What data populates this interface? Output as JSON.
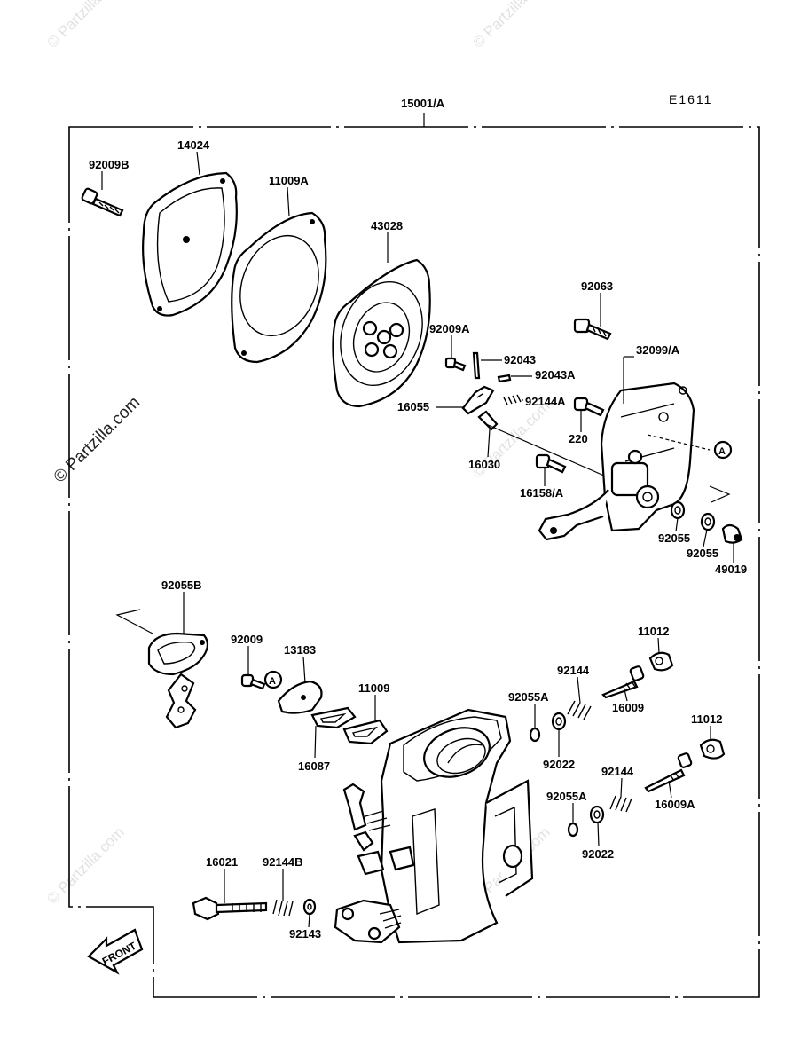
{
  "diagram": {
    "code": "E1611",
    "assembly_label": "15001/A",
    "front_label": "FRONT",
    "watermark": "© Partzilla.com",
    "callouts": {
      "ref_a_upper": "A",
      "ref_a_lower": "A"
    },
    "parts": {
      "p92009B": "92009B",
      "p14024": "14024",
      "p11009A": "11009A",
      "p43028": "43028",
      "p92063": "92063",
      "p92009A": "92009A",
      "p92043": "92043",
      "p92043A": "92043A",
      "p32099A": "32099/A",
      "p16055": "16055",
      "p92144A": "92144A",
      "p220": "220",
      "p16030": "16030",
      "p16158A": "16158/A",
      "p92055_1": "92055",
      "p92055_2": "92055",
      "p49019": "49019",
      "p92055B": "92055B",
      "p92009": "92009",
      "p13183": "13183",
      "p11009": "11009",
      "p16087": "16087",
      "p92055A_1": "92055A",
      "p92144_1": "92144",
      "p11012_1": "11012",
      "p16009": "16009",
      "p92022_1": "92022",
      "p11012_2": "11012",
      "p92144_2": "92144",
      "p92055A_2": "92055A",
      "p16009A": "16009A",
      "p92022_2": "92022",
      "p16021": "16021",
      "p92144B": "92144B",
      "p92143": "92143"
    }
  }
}
